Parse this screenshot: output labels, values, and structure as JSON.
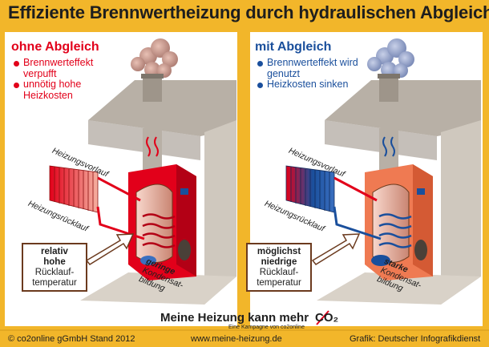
{
  "title": "Effiziente Brennwertheizung durch hydraulischen Abgleich",
  "left": {
    "heading": "ohne Abgleich",
    "bullets": [
      "Brennwerteffekt verpufft",
      "unnötig hohe Heizkosten"
    ],
    "vorlauf": "Heizungsvorlauf",
    "ruecklauf": "Heizungsrücklauf",
    "box_line1": "relativ",
    "box_line2": "hohe",
    "box_line3": "Rücklauf-",
    "box_line4": "temperatur",
    "kondensat_word": "geringe",
    "kondensat_line2": "Kondensat-",
    "kondensat_line3": "bildung"
  },
  "right": {
    "heading": "mit Abgleich",
    "bullets": [
      "Brennwerteffekt wird genutzt",
      "Heizkosten sinken"
    ],
    "vorlauf": "Heizungsvorlauf",
    "ruecklauf": "Heizungsrücklauf",
    "box_line1": "möglichst",
    "box_line2": "niedrige",
    "box_line3": "Rücklauf-",
    "box_line4": "temperatur",
    "kondensat_word": "starke",
    "kondensat_line2": "Kondensat-",
    "kondensat_line3": "bildung"
  },
  "slogan": "Meine Heizung kann mehr",
  "subslogan": "Eine Kampagne von co2online",
  "co2_logo": "CO₂",
  "footer": {
    "left": "© co2online gGmbH Stand 2012",
    "center": "www.meine-heizung.de",
    "right": "Grafik: Deutscher Infografikdienst"
  },
  "colors": {
    "background": "#f2b62a",
    "hot": "#e2001a",
    "cold": "#1a4f9c",
    "boiler_left": "#e2001a",
    "boiler_right": "#ef7a52",
    "wall": "#cfc8be"
  }
}
